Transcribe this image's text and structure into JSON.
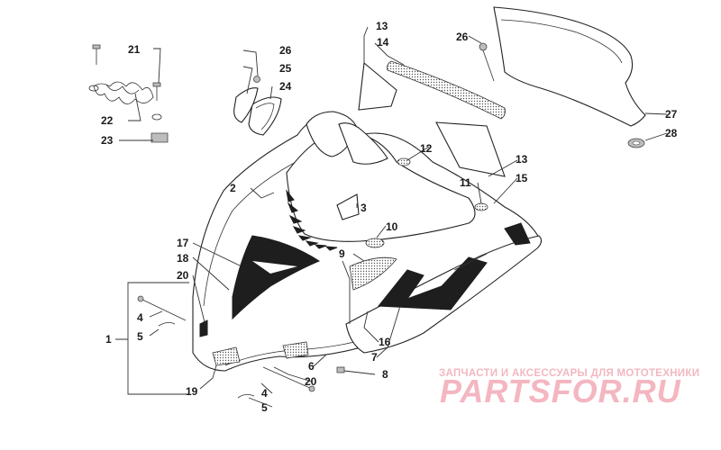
{
  "callouts": {
    "c1": "1",
    "c2": "2",
    "c3": "3",
    "c4a": "4",
    "c4b": "4",
    "c5a": "5",
    "c5b": "5",
    "c6": "6",
    "c7": "7",
    "c8": "8",
    "c9": "9",
    "c10": "10",
    "c11": "11",
    "c12": "12",
    "c13a": "13",
    "c13b": "13",
    "c14": "14",
    "c15": "15",
    "c16": "16",
    "c17": "17",
    "c18": "18",
    "c19": "19",
    "c20a": "20",
    "c20b": "20",
    "c21": "21",
    "c22": "22",
    "c23": "23",
    "c24": "24",
    "c25": "25",
    "c26a": "26",
    "c26b": "26",
    "c27": "27",
    "c28": "28"
  },
  "watermark": {
    "tagline": "ЗАПЧАСТИ И АКСЕССУАРЫ ДЛЯ МОТОТЕХНИКИ",
    "logo": "PARTSFOR.RU"
  },
  "colors": {
    "line": "#222222",
    "decal": "#1e1e1e",
    "watermark": "#f4b6c0"
  }
}
